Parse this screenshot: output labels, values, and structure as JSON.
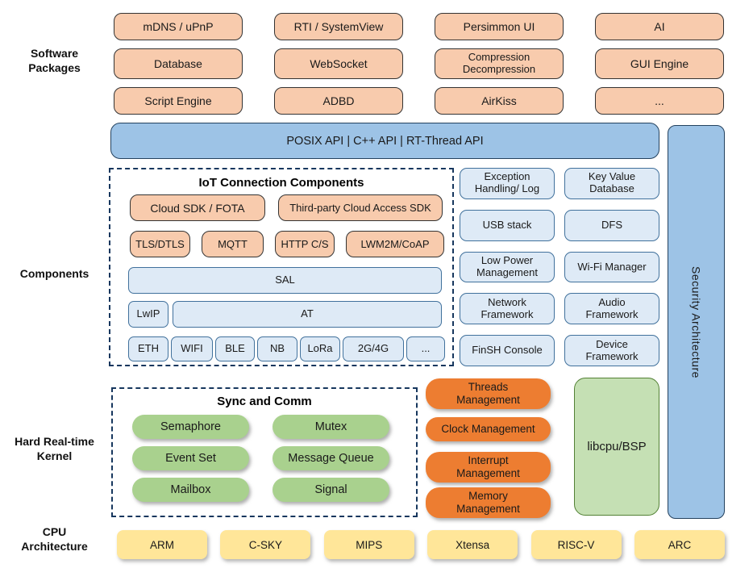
{
  "side_labels": {
    "software": "Software\nPackages",
    "components": "Components",
    "kernel": "Hard Real-time\nKernel",
    "cpu": "CPU\nArchitecture"
  },
  "software_packages": {
    "items": [
      "mDNS / uPnP",
      "RTI / SystemView",
      "Persimmon UI",
      "AI",
      "Database",
      "WebSocket",
      "Compression\nDecompression",
      "GUI Engine",
      "Script Engine",
      "ADBD",
      "AirKiss",
      "..."
    ]
  },
  "api_bar": {
    "label": "POSIX API | C++ API | RT-Thread API"
  },
  "security": {
    "label": "Security Architecture"
  },
  "iot": {
    "title": "IoT Connection Components",
    "cloud_sdk": "Cloud SDK / FOTA",
    "third_party": "Third-party Cloud Access SDK",
    "protocols": [
      "TLS/DTLS",
      "MQTT",
      "HTTP C/S",
      "LWM2M/CoAP"
    ],
    "sal": "SAL",
    "lwip": "LwIP",
    "at": "AT",
    "phy": [
      "ETH",
      "WIFI",
      "BLE",
      "NB",
      "LoRa",
      "2G/4G",
      "..."
    ]
  },
  "services": {
    "items": [
      "Exception\nHandling/ Log",
      "Key Value\nDatabase",
      "USB stack",
      "DFS",
      "Low Power\nManagement",
      "Wi-Fi Manager",
      "Network\nFramework",
      "Audio\nFramework",
      "FinSH Console",
      "Device\nFramework"
    ]
  },
  "kernel": {
    "sync_title": "Sync and Comm",
    "sync_items": [
      "Semaphore",
      "Mutex",
      "Event Set",
      "Message Queue",
      "Mailbox",
      "Signal"
    ],
    "mgmt_items": [
      "Threads\nManagement",
      "Clock Management",
      "Interrupt\nManagement",
      "Memory\nManagement"
    ],
    "libcpu": "libcpu/BSP"
  },
  "cpu": {
    "items": [
      "ARM",
      "C-SKY",
      "MIPS",
      "Xtensa",
      "RISC-V",
      "ARC"
    ]
  },
  "colors": {
    "package_orange": "#F8CBAD",
    "api_blue": "#9DC3E6",
    "component_blue": "#DEEAF6",
    "component_border": "#41719C",
    "kernel_green": "#A9D18E",
    "libcpu_green": "#C5E0B4",
    "mgmt_orange": "#ED7D31",
    "cpu_yellow": "#FFE699",
    "dash_navy": "#17375E"
  }
}
